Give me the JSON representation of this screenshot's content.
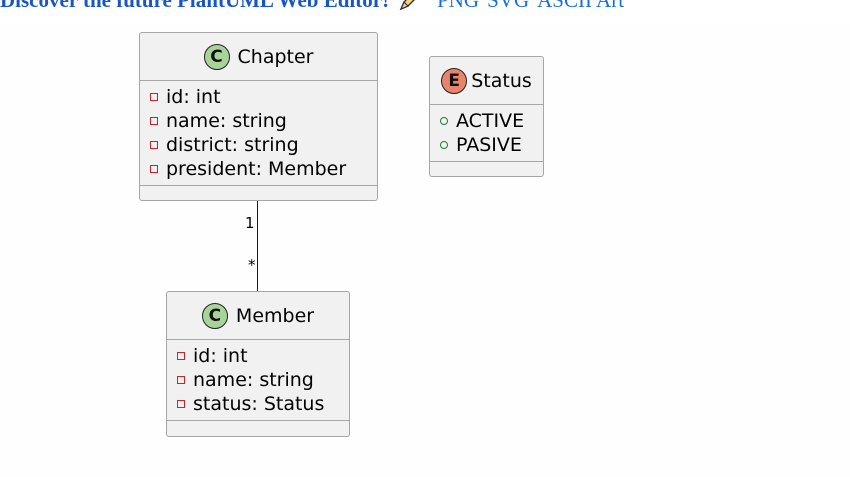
{
  "header": {
    "promo_text": "Discover the future PlantUML Web Editor!",
    "promo_icon": "pencil-icon",
    "formats": [
      "PNG",
      "SVG",
      "ASCII Art"
    ]
  },
  "diagram": {
    "classes": [
      {
        "name": "Chapter",
        "stereotype": "C",
        "attributes": [
          "id: int",
          "name: string",
          "district: string",
          "president: Member"
        ]
      },
      {
        "name": "Member",
        "stereotype": "C",
        "attributes": [
          "id: int",
          "name: string",
          "status: Status"
        ]
      }
    ],
    "enums": [
      {
        "name": "Status",
        "stereotype": "E",
        "values": [
          "ACTIVE",
          "PASIVE"
        ]
      }
    ],
    "association": {
      "from_multiplicity": "1",
      "to_multiplicity": "*"
    }
  },
  "colors": {
    "class_fill": "#f1f1f1",
    "class_border": "#a6a6a6",
    "class_circle": "#a8d49c",
    "enum_circle": "#e8836c",
    "private_marker": "#c2272d",
    "public_marker": "#1f7b34",
    "link": "#1a56c0"
  }
}
